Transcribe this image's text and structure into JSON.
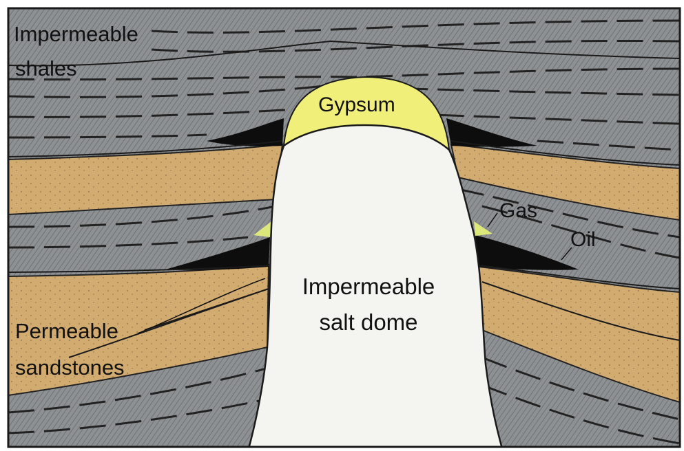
{
  "labels": {
    "shales_line1": "Impermeable",
    "shales_line2": "shales",
    "gypsum": "Gypsum",
    "gas": "Gas",
    "oil": "Oil",
    "dome_line1": "Impermeable",
    "dome_line2": "salt dome",
    "sandstone_line1": "Permeable",
    "sandstone_line2": "sandstones"
  },
  "colors": {
    "shale": "#8f9294",
    "shale_dash": "#2a2a2a",
    "sandstone": "#d1aa6e",
    "salt": "#f4f4f0",
    "gypsum": "#efef7a",
    "oil": "#0d0d0d",
    "gas": "#dde87a",
    "frame": "#1a1a1a"
  }
}
